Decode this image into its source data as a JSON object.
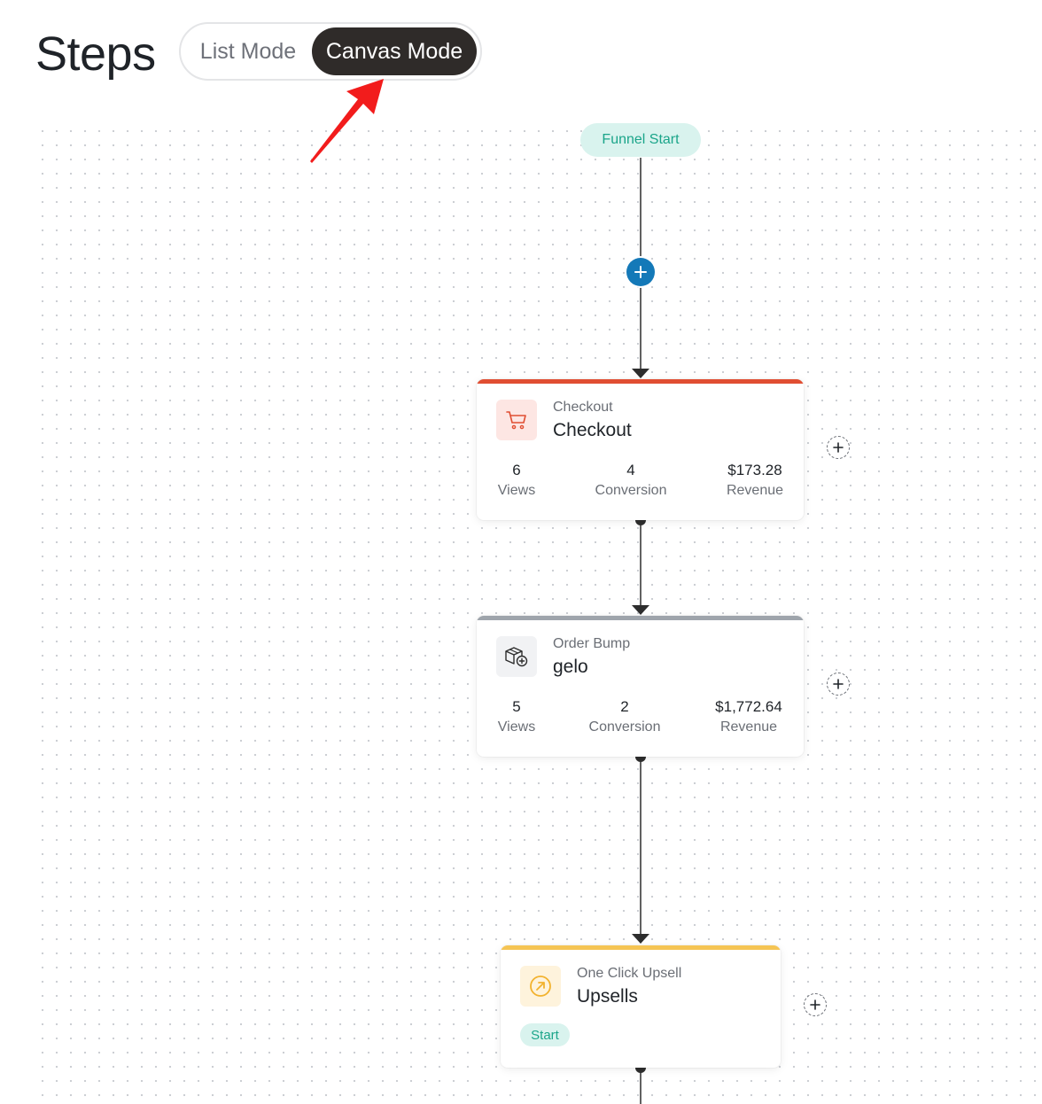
{
  "header": {
    "title": "Steps",
    "modes": {
      "list_label": "List Mode",
      "canvas_label": "Canvas Mode",
      "active": "Canvas Mode"
    }
  },
  "canvas": {
    "funnel_start_label": "Funnel Start",
    "steps": [
      {
        "type": "Checkout",
        "name": "Checkout",
        "accent_color": "#e04e32",
        "icon": "cart-icon",
        "stats": [
          {
            "value": "6",
            "label": "Views"
          },
          {
            "value": "4",
            "label": "Conversion"
          },
          {
            "value": "$173.28",
            "label": "Revenue"
          }
        ]
      },
      {
        "type": "Order Bump",
        "name": "gelo",
        "accent_color": "#9ea4ab",
        "icon": "box-add-icon",
        "stats": [
          {
            "value": "5",
            "label": "Views"
          },
          {
            "value": "2",
            "label": "Conversion"
          },
          {
            "value": "$1,772.64",
            "label": "Revenue"
          }
        ]
      },
      {
        "type": "One Click Upsell",
        "name": "Upsells",
        "accent_color": "#f5c453",
        "icon": "arrow-up-right-circle-icon",
        "badge": "Start"
      }
    ]
  },
  "colors": {
    "primary_blue": "#1479b8",
    "toggle_active_bg": "#2f2b29",
    "success_green": "#1ba58a",
    "annotation_red": "#f21c1c"
  }
}
